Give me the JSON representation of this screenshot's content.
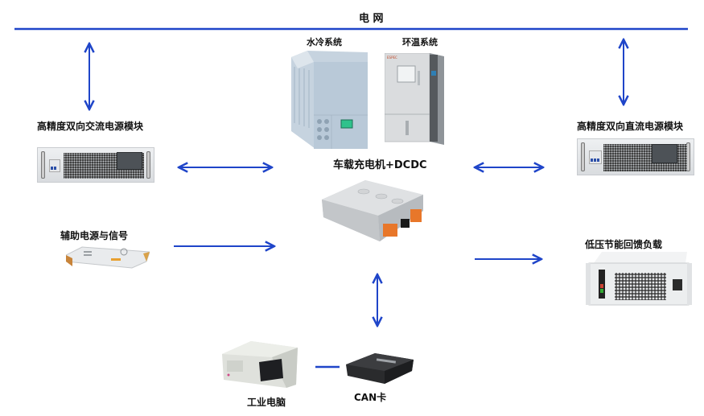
{
  "diagram": {
    "title": "电 网",
    "nodes": {
      "grid": {
        "label": "电 网"
      },
      "water_cooling": {
        "label": "水冷系统"
      },
      "climate_chamber": {
        "label": "环温系统"
      },
      "obc_dcdc": {
        "label": "车载充电机+DCDC"
      },
      "ac_power_module": {
        "label": "高精度双向交流电源模块"
      },
      "dc_power_module": {
        "label": "高精度双向直流电源模块"
      },
      "aux_power": {
        "label": "辅助电源与信号"
      },
      "regen_load": {
        "label": "低压节能回馈负载"
      },
      "industrial_pc": {
        "label": "工业电脑"
      },
      "can_card": {
        "label": "CAN卡"
      }
    },
    "edges": [
      {
        "from": "grid",
        "to": "ac_power_module",
        "type": "bidirectional"
      },
      {
        "from": "grid",
        "to": "dc_power_module",
        "type": "bidirectional"
      },
      {
        "from": "ac_power_module",
        "to": "obc_dcdc",
        "type": "bidirectional"
      },
      {
        "from": "obc_dcdc",
        "to": "dc_power_module",
        "type": "bidirectional"
      },
      {
        "from": "aux_power",
        "to": "obc_dcdc",
        "type": "directed"
      },
      {
        "from": "obc_dcdc",
        "to": "regen_load",
        "type": "directed"
      },
      {
        "from": "obc_dcdc",
        "to": "can_card",
        "type": "bidirectional"
      },
      {
        "from": "industrial_pc",
        "to": "can_card",
        "type": "line"
      }
    ],
    "colors": {
      "line": "#1f45c9",
      "text": "#111111",
      "connector": "#e8772a"
    }
  }
}
